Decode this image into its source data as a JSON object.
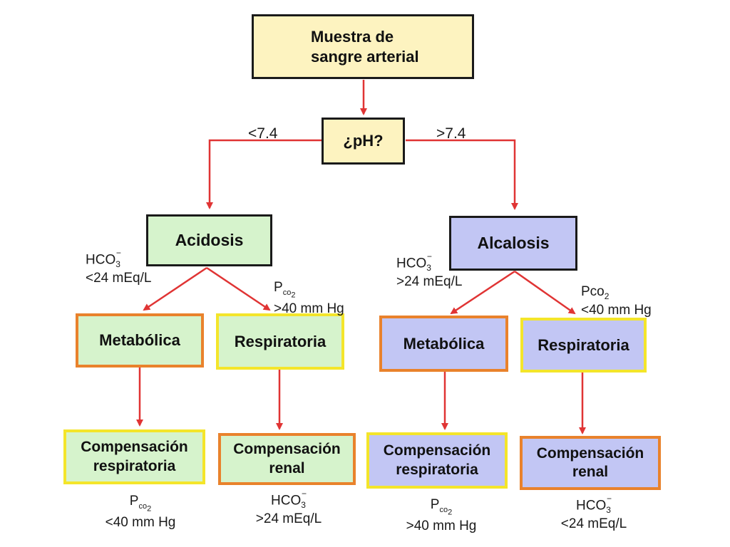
{
  "nodes": {
    "root": "Muestra de\nsangre arterial",
    "ph": "¿pH?",
    "acidosis": "Acidosis",
    "alcalosis": "Alcalosis",
    "acid_metabolica": "Metabólica",
    "acid_respiratoria": "Respiratoria",
    "alc_metabolica": "Metabólica",
    "alc_respiratoria": "Respiratoria",
    "comp_resp_1": "Compensación\nrespiratoria",
    "comp_renal_1": "Compensación\nrenal",
    "comp_resp_2": "Compensación\nrespiratoria",
    "comp_renal_2": "Compensación\nrenal"
  },
  "edges": {
    "left_ph": "<7.4",
    "right_ph": ">7.4",
    "acid_hco3": {
      "base": "HCO",
      "sub": "3",
      "sup": "−",
      "value": "<24 mEq/L"
    },
    "acid_pco2": {
      "base": "P",
      "sub": "co",
      "sub2": "2",
      "value": ">40 mm Hg"
    },
    "alc_hco3": {
      "base": "HCO",
      "sub": "3",
      "sup": "−",
      "value": ">24 mEq/L"
    },
    "alc_pco2": {
      "base": "Pco",
      "sub": "2",
      "value": "<40 mm Hg"
    }
  },
  "bottom": {
    "b1": {
      "base": "P",
      "sub": "co",
      "sub2": "2",
      "value": "<40 mm Hg"
    },
    "b2": {
      "base": "HCO",
      "sub": "3",
      "sup": "−",
      "value": ">24 mEq/L"
    },
    "b3": {
      "base": "P",
      "sub": "co",
      "sub2": "2",
      "value": ">40 mm Hg"
    },
    "b4": {
      "base": "HCO",
      "sub": "3",
      "sup": "−",
      "value": "<24 mEq/L"
    }
  },
  "colors": {
    "arrow": "#e03434",
    "yellow_fill": "#fdf3c0",
    "green_fill": "#d6f3cc",
    "blue_fill": "#c2c6f4",
    "orange_border": "#e9822c",
    "yellow_border": "#f4e52a"
  }
}
